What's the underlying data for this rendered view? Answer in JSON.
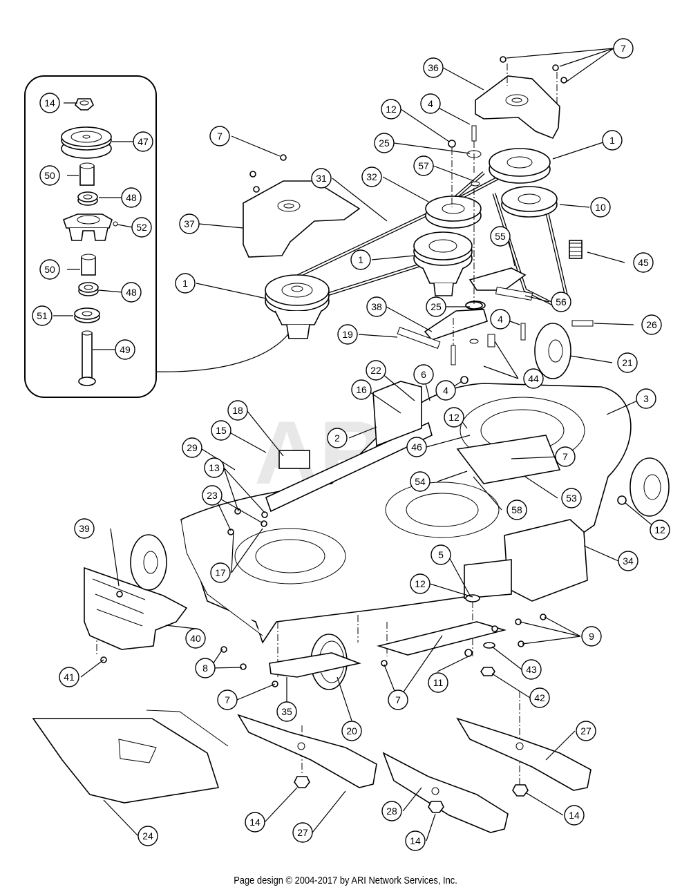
{
  "footer": {
    "text": "Page design © 2004-2017 by ARI Network Services, Inc."
  },
  "watermark": {
    "text": "ARI"
  },
  "colors": {
    "line": "#000000",
    "background": "#ffffff",
    "watermark": "#e6e6e6"
  },
  "callouts": [
    {
      "id": "c-7a",
      "label": "7"
    },
    {
      "id": "c-36",
      "label": "36"
    },
    {
      "id": "c-12a",
      "label": "12"
    },
    {
      "id": "c-4a",
      "label": "4"
    },
    {
      "id": "c-25a",
      "label": "25"
    },
    {
      "id": "c-1a",
      "label": "1"
    },
    {
      "id": "c-7b",
      "label": "7"
    },
    {
      "id": "c-57",
      "label": "57"
    },
    {
      "id": "c-32",
      "label": "32"
    },
    {
      "id": "c-31",
      "label": "31"
    },
    {
      "id": "c-10",
      "label": "10"
    },
    {
      "id": "c-37",
      "label": "37"
    },
    {
      "id": "c-55",
      "label": "55"
    },
    {
      "id": "c-45",
      "label": "45"
    },
    {
      "id": "c-1b",
      "label": "1"
    },
    {
      "id": "c-1c",
      "label": "1"
    },
    {
      "id": "c-56",
      "label": "56"
    },
    {
      "id": "c-38",
      "label": "38"
    },
    {
      "id": "c-25b",
      "label": "25"
    },
    {
      "id": "c-4b",
      "label": "4"
    },
    {
      "id": "c-26",
      "label": "26"
    },
    {
      "id": "c-19",
      "label": "19"
    },
    {
      "id": "c-21",
      "label": "21"
    },
    {
      "id": "c-22",
      "label": "22"
    },
    {
      "id": "c-6",
      "label": "6"
    },
    {
      "id": "c-44",
      "label": "44"
    },
    {
      "id": "c-16",
      "label": "16"
    },
    {
      "id": "c-4c",
      "label": "4"
    },
    {
      "id": "c-3",
      "label": "3"
    },
    {
      "id": "c-18",
      "label": "18"
    },
    {
      "id": "c-12b",
      "label": "12"
    },
    {
      "id": "c-2",
      "label": "2"
    },
    {
      "id": "c-15",
      "label": "15"
    },
    {
      "id": "c-29",
      "label": "29"
    },
    {
      "id": "c-46",
      "label": "46"
    },
    {
      "id": "c-7c",
      "label": "7"
    },
    {
      "id": "c-13",
      "label": "13"
    },
    {
      "id": "c-54",
      "label": "54"
    },
    {
      "id": "c-53",
      "label": "53"
    },
    {
      "id": "c-23",
      "label": "23"
    },
    {
      "id": "c-58",
      "label": "58"
    },
    {
      "id": "c-12c",
      "label": "12"
    },
    {
      "id": "c-39",
      "label": "39"
    },
    {
      "id": "c-34",
      "label": "34"
    },
    {
      "id": "c-5",
      "label": "5"
    },
    {
      "id": "c-17",
      "label": "17"
    },
    {
      "id": "c-12d",
      "label": "12"
    },
    {
      "id": "c-40",
      "label": "40"
    },
    {
      "id": "c-9",
      "label": "9"
    },
    {
      "id": "c-41",
      "label": "41"
    },
    {
      "id": "c-8",
      "label": "8"
    },
    {
      "id": "c-20",
      "label": "20"
    },
    {
      "id": "c-43",
      "label": "43"
    },
    {
      "id": "c-11",
      "label": "11"
    },
    {
      "id": "c-7d",
      "label": "7"
    },
    {
      "id": "c-35",
      "label": "35"
    },
    {
      "id": "c-7e",
      "label": "7"
    },
    {
      "id": "c-42",
      "label": "42"
    },
    {
      "id": "c-27a",
      "label": "27"
    },
    {
      "id": "c-24",
      "label": "24"
    },
    {
      "id": "c-14a",
      "label": "14"
    },
    {
      "id": "c-27b",
      "label": "27"
    },
    {
      "id": "c-28",
      "label": "28"
    },
    {
      "id": "c-14b",
      "label": "14"
    },
    {
      "id": "c-14c",
      "label": "14"
    },
    {
      "id": "c-14d",
      "label": "14"
    },
    {
      "id": "c-47",
      "label": "47"
    },
    {
      "id": "c-50a",
      "label": "50"
    },
    {
      "id": "c-48a",
      "label": "48"
    },
    {
      "id": "c-52",
      "label": "52"
    },
    {
      "id": "c-50b",
      "label": "50"
    },
    {
      "id": "c-48b",
      "label": "48"
    },
    {
      "id": "c-51",
      "label": "51"
    },
    {
      "id": "c-49",
      "label": "49"
    }
  ]
}
